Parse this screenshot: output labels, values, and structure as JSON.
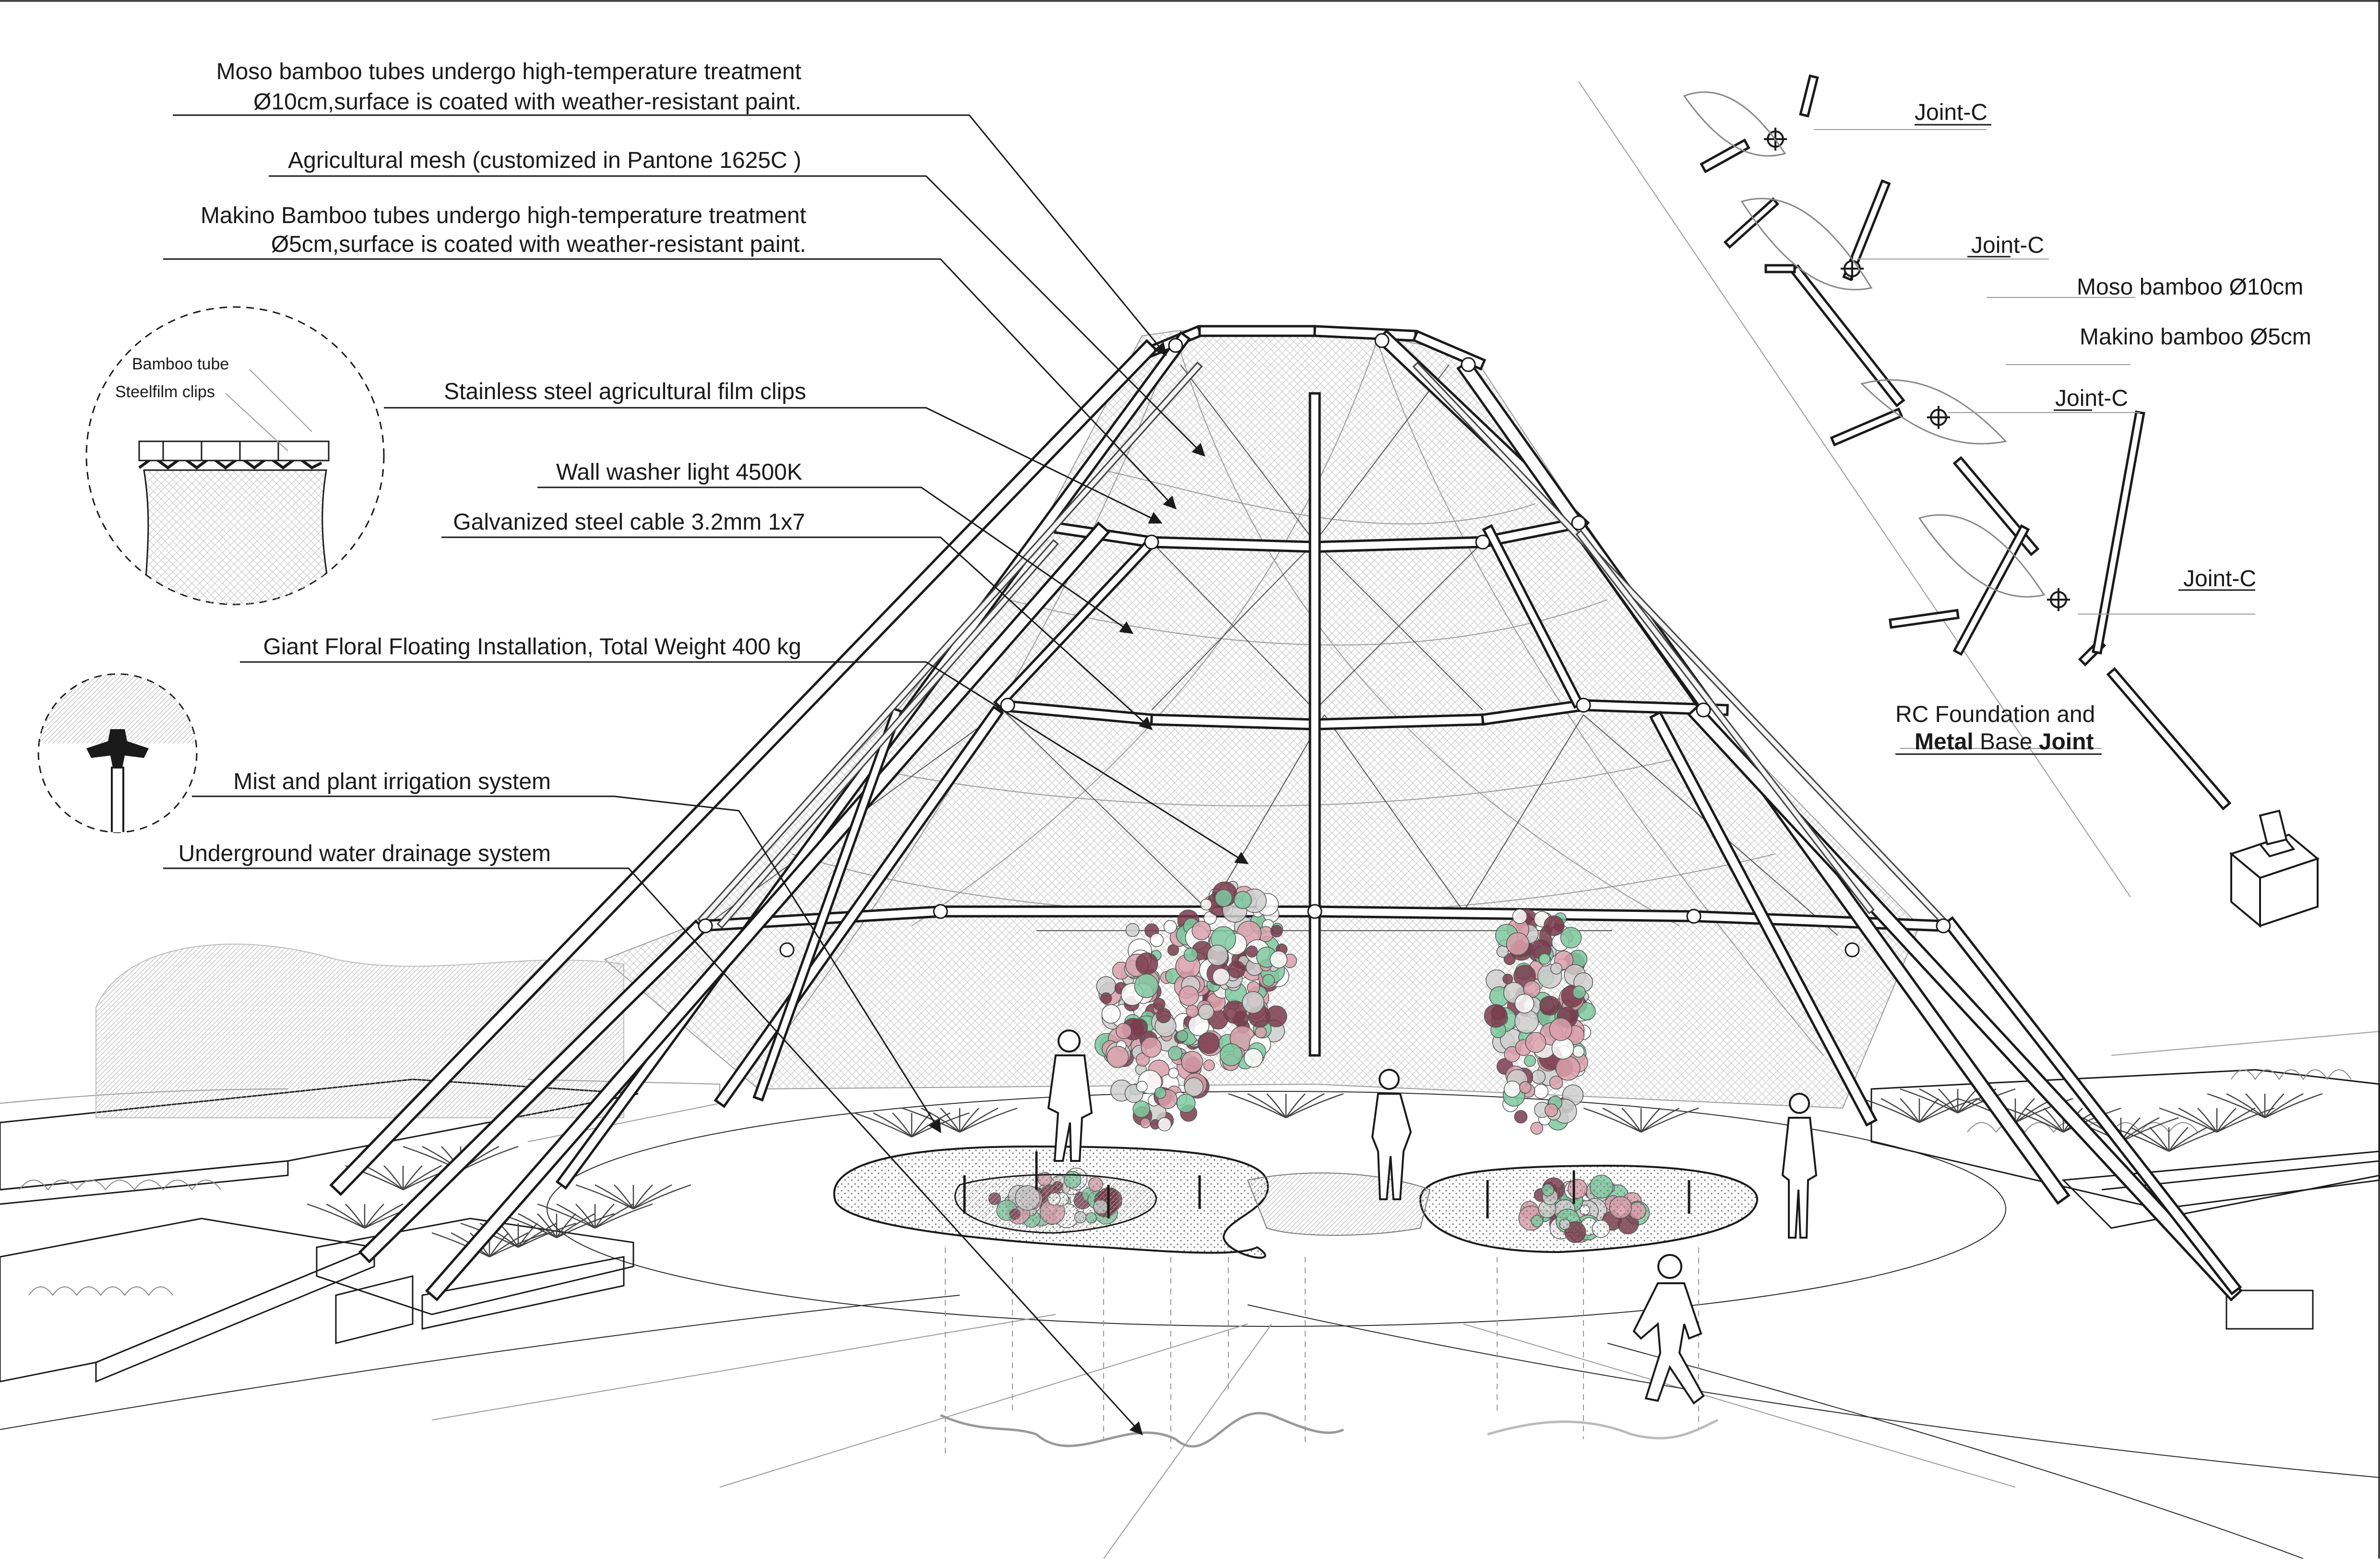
{
  "labels": {
    "moso_line1": "Moso bamboo tubes undergo high-temperature treatment",
    "moso_line2": "Ø10cm,surface is coated with weather-resistant paint.",
    "mesh": "Agricultural mesh (customized in Pantone 1625C )",
    "makino_line1": "Makino Bamboo tubes undergo high-temperature treatment",
    "makino_line2": "Ø5cm,surface is coated with weather-resistant paint.",
    "clips": "Stainless steel agricultural film clips",
    "light": "Wall washer light  4500K",
    "cable": "Galvanized steel cable 3.2mm 1x7",
    "floral": "Giant Floral Floating Installation, Total Weight 400 kg",
    "mist": "Mist and plant irrigation system",
    "drain": "Underground water drainage system"
  },
  "detail": {
    "bamboo_tube": "Bamboo tube",
    "steel_clips": "Steelfilm clips"
  },
  "joint": {
    "joint_c_1": "Joint-C",
    "joint_c_2": "Joint-C",
    "joint_c_3": "Joint-C",
    "joint_c_4": "Joint-C",
    "moso": "Moso bamboo Ø10cm",
    "makino": "Makino bamboo Ø5cm",
    "foundation_line1": "RC Foundation and",
    "foundation_bold1": "Metal",
    "foundation_mid": " Base ",
    "foundation_bold2": "Joint"
  },
  "colors": {
    "line": "#1a1a1a",
    "mesh": "#d9d9d9",
    "flower_pink": "#d9a0ad",
    "flower_plum": "#7a3b4e",
    "flower_green": "#7fc9a0"
  }
}
